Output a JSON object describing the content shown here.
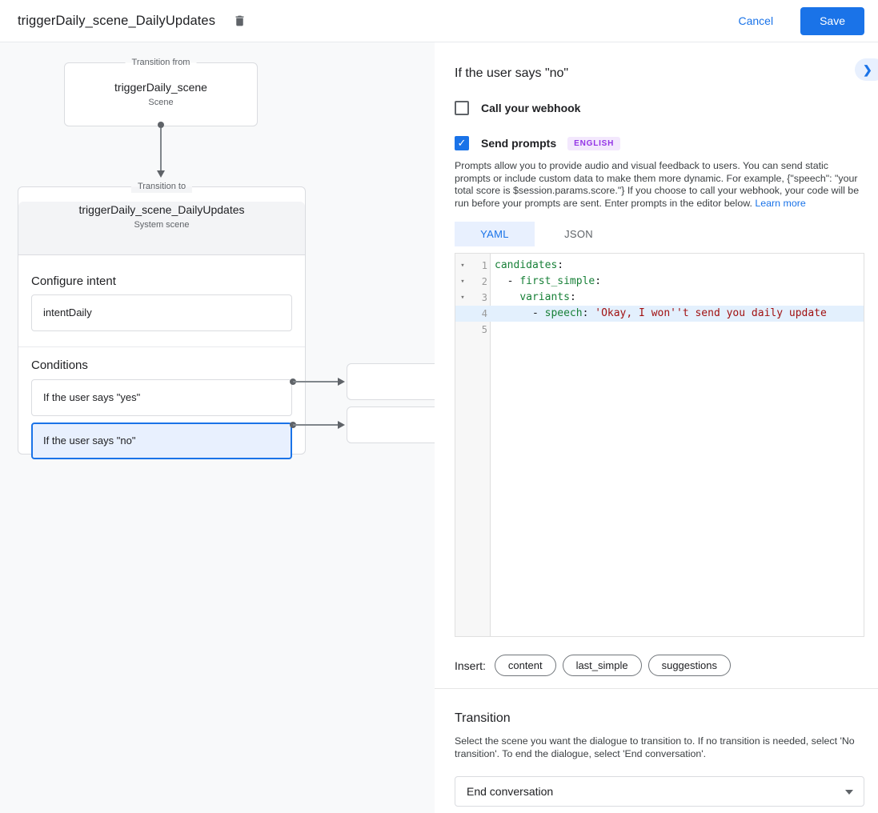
{
  "header": {
    "title": "triggerDaily_scene_DailyUpdates",
    "cancel_label": "Cancel",
    "save_label": "Save"
  },
  "diagram": {
    "from_box": {
      "legend": "Transition from",
      "title": "triggerDaily_scene",
      "subtitle": "Scene"
    },
    "to_box": {
      "legend": "Transition to",
      "title": "triggerDaily_scene_DailyUpdates",
      "subtitle": "System scene",
      "configure_intent_label": "Configure intent",
      "intent_value": "intentDaily",
      "conditions_label": "Conditions",
      "conditions": [
        {
          "label": "If the user says \"yes\"",
          "selected": false
        },
        {
          "label": "If the user says \"no\"",
          "selected": true
        }
      ]
    }
  },
  "panel": {
    "title": "If the user says \"no\"",
    "webhook_checkbox": {
      "label": "Call your webhook",
      "checked": false
    },
    "prompts_checkbox": {
      "label": "Send prompts",
      "checked": true,
      "badge": "ENGLISH"
    },
    "description": "Prompts allow you to provide audio and visual feedback to users. You can send static prompts or include custom data to make them more dynamic. For example, {\"speech\": \"your total score is $session.params.score.\"} If you choose to call your webhook, your code will be run before your prompts are sent. Enter prompts in the editor below.",
    "learn_more": "Learn more",
    "tabs": [
      {
        "label": "YAML",
        "active": true
      },
      {
        "label": "JSON",
        "active": false
      }
    ],
    "editor": {
      "lines": [
        {
          "number": "1",
          "segments": [
            {
              "text": "candidates",
              "type": "key"
            },
            {
              "text": ":",
              "type": "plain"
            }
          ]
        },
        {
          "number": "2",
          "segments": [
            {
              "text": "  - ",
              "type": "plain"
            },
            {
              "text": "first_simple",
              "type": "key"
            },
            {
              "text": ":",
              "type": "plain"
            }
          ]
        },
        {
          "number": "3",
          "segments": [
            {
              "text": "    ",
              "type": "plain"
            },
            {
              "text": "variants",
              "type": "key"
            },
            {
              "text": ":",
              "type": "plain"
            }
          ]
        },
        {
          "number": "4",
          "segments": [
            {
              "text": "      - ",
              "type": "plain"
            },
            {
              "text": "speech",
              "type": "key"
            },
            {
              "text": ": ",
              "type": "plain"
            },
            {
              "text": "'Okay, I won''t send you daily update",
              "type": "string"
            }
          ]
        },
        {
          "number": "5",
          "segments": []
        }
      ]
    },
    "insert_label": "Insert:",
    "insert_chips": [
      "content",
      "last_simple",
      "suggestions"
    ],
    "transition": {
      "title": "Transition",
      "description": "Select the scene you want the dialogue to transition to. If no transition is needed, select 'No transition'. To end the dialogue, select 'End conversation'.",
      "select_value": "End conversation"
    }
  },
  "icons": {
    "check": "✓",
    "chevron_right": "❯",
    "fold": "▾"
  },
  "colors": {
    "accent_blue": "#1a73e8",
    "selected_condition_bg": "#e8f0fe",
    "badge_purple": "#9334e6",
    "badge_bg": "#f3e8fd",
    "code_key_green": "#188038",
    "code_string_red": "#a11111",
    "active_line_bg": "#e3f0fd",
    "canvas_bg": "#f8f9fa"
  }
}
